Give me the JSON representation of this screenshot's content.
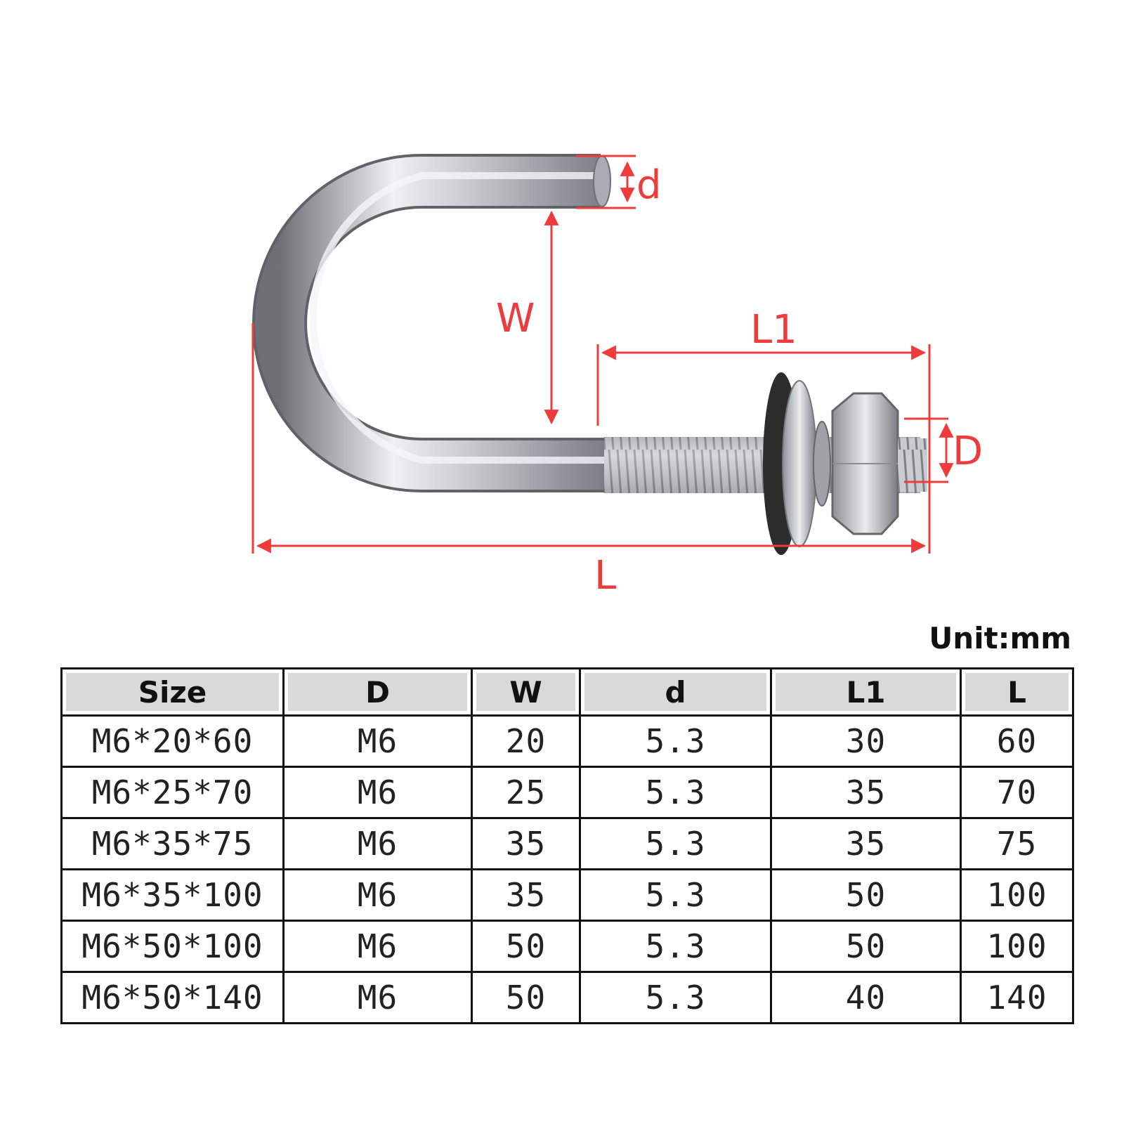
{
  "diagram": {
    "labels": {
      "d": "d",
      "W": "W",
      "L1": "L1",
      "D": "D",
      "L": "L"
    },
    "accent_color": "#ee3b3b",
    "metal_color": "#b8bcc2"
  },
  "unit_label": "Unit:mm",
  "table": {
    "headers": [
      "Size",
      "D",
      "W",
      "d",
      "L1",
      "L"
    ],
    "rows": [
      [
        "M6*20*60",
        "M6",
        "20",
        "5.3",
        "30",
        "60"
      ],
      [
        "M6*25*70",
        "M6",
        "25",
        "5.3",
        "35",
        "70"
      ],
      [
        "M6*35*75",
        "M6",
        "35",
        "5.3",
        "35",
        "75"
      ],
      [
        "M6*35*100",
        "M6",
        "35",
        "5.3",
        "50",
        "100"
      ],
      [
        "M6*50*100",
        "M6",
        "50",
        "5.3",
        "50",
        "100"
      ],
      [
        "M6*50*140",
        "M6",
        "50",
        "5.3",
        "40",
        "140"
      ]
    ]
  }
}
